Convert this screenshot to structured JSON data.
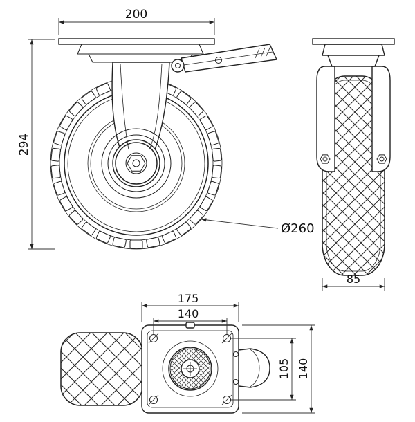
{
  "style": {
    "line_color": "#222222",
    "dimension_text_color": "#111111",
    "background": "#ffffff"
  },
  "views": {
    "side": {
      "dims": {
        "plate_width": "200",
        "overall_height": "294",
        "wheel_diameter": "Ø260"
      }
    },
    "front": {
      "dims": {
        "wheel_width": "85"
      }
    },
    "top": {
      "dims": {
        "plate_width": "175",
        "bolt_spacing_x": "140",
        "bolt_spacing_y": "105",
        "plate_depth": "140"
      }
    }
  }
}
